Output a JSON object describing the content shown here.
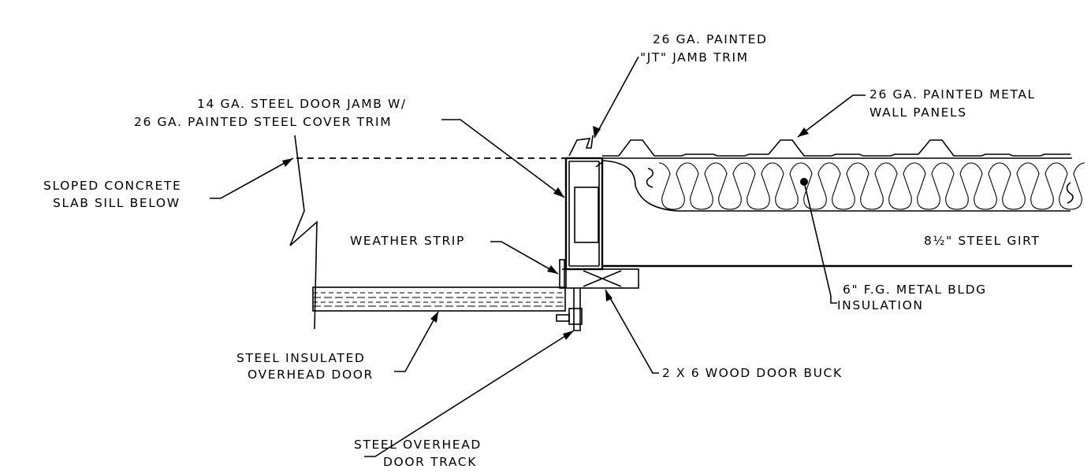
{
  "labels": {
    "jamb_trim_line1": "26 GA. PAINTED",
    "jamb_trim_line2": "\"JT\" JAMB TRIM",
    "door_jamb_line1": "14 GA. STEEL DOOR JAMB W/",
    "door_jamb_line2": "26 GA. PAINTED STEEL COVER TRIM",
    "wall_panels_line1": "26 GA. PAINTED METAL",
    "wall_panels_line2": "WALL PANELS",
    "slab_sill_line1": "SLOPED CONCRETE",
    "slab_sill_line2": "SLAB SILL BELOW",
    "weather_strip": "WEATHER STRIP",
    "steel_girt": "8½\" STEEL GIRT",
    "insulation_line1": "6\" F.G. METAL BLDG",
    "insulation_line2": "INSULATION",
    "overhead_door_line1": "STEEL INSULATED",
    "overhead_door_line2": "OVERHEAD DOOR",
    "door_buck": "2 X 6 WOOD DOOR BUCK",
    "door_track_line1": "STEEL OVERHEAD",
    "door_track_line2": "DOOR TRACK"
  }
}
